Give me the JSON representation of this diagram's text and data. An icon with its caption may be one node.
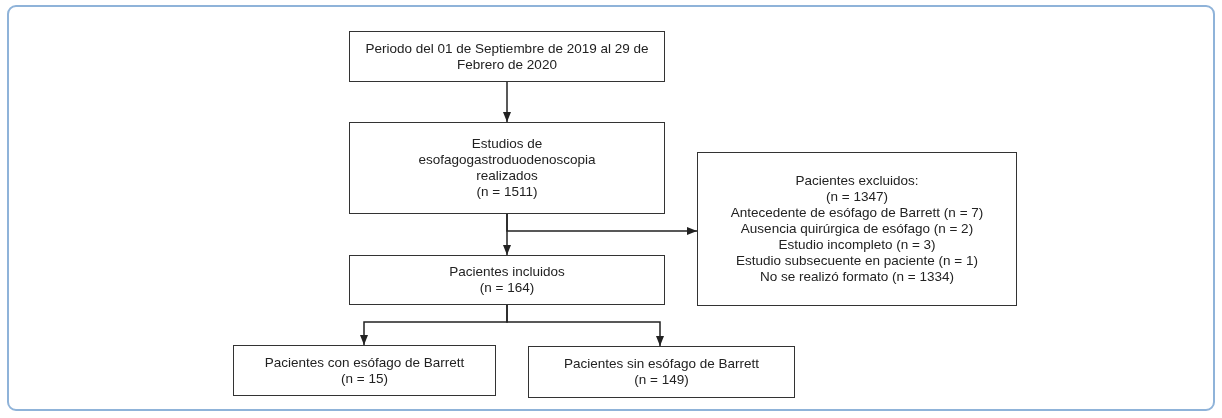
{
  "diagram": {
    "nodes": [
      {
        "text": [
          "Periodo del 01 de Septiembre de 2019 al 29 de Febrero de 2020"
        ]
      },
      {
        "text": [
          "Estudios de esofagogastroduodenoscopia realizados",
          "(n = 1511)"
        ]
      },
      {
        "text": [
          "Pacientes excluidos:",
          "(n = 1347)",
          "Antecedente de esófago de Barrett (n = 7)",
          "Ausencia quirúrgica de esófago (n = 2)",
          "Estudio incompleto (n = 3)",
          "Estudio subsecuente en paciente (n = 1)",
          "No se realizó formato (n = 1334)"
        ]
      },
      {
        "text": [
          "Pacientes incluidos",
          "(n = 164)"
        ]
      },
      {
        "text": [
          "Pacientes con esófago de Barrett",
          "(n = 15)"
        ]
      },
      {
        "text": [
          "Pacientes sin esófago de Barrett",
          "(n = 149)"
        ]
      }
    ],
    "edges": [
      {
        "from": 0,
        "to": 1,
        "arrow": "to"
      },
      {
        "from": 1,
        "to": 2,
        "arrow": "to"
      },
      {
        "from": 1,
        "to": 3,
        "arrow": "to"
      },
      {
        "from": 3,
        "to": 4,
        "arrow": "to"
      },
      {
        "from": 3,
        "to": 5,
        "arrow": "to"
      }
    ]
  }
}
